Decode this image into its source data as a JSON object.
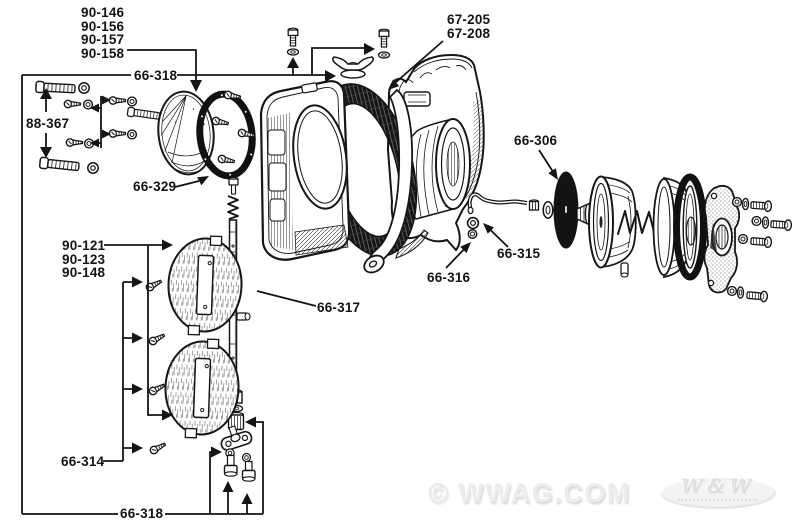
{
  "labels": {
    "group_90_top": [
      "90-146",
      "90-156",
      "90-157",
      "90-158"
    ],
    "l66_318_top": "66-318",
    "l88_367": "88-367",
    "l66_329": "66-329",
    "group_90_mid": [
      "90-121",
      "90-123",
      "90-148"
    ],
    "l66_317": "66-317",
    "l66_314": "66-314",
    "l66_318_bottom": "66-318",
    "l67_205": "67-205",
    "l67_208": "67-208",
    "l66_306": "66-306",
    "l66_315": "66-315",
    "l66_316": "66-316"
  },
  "watermark": {
    "copyright": "© WWAG.COM",
    "logo_text": "W&W"
  },
  "colors": {
    "ink": "#161616",
    "paper": "#ffffff",
    "watermark_gray": "#ececec"
  }
}
